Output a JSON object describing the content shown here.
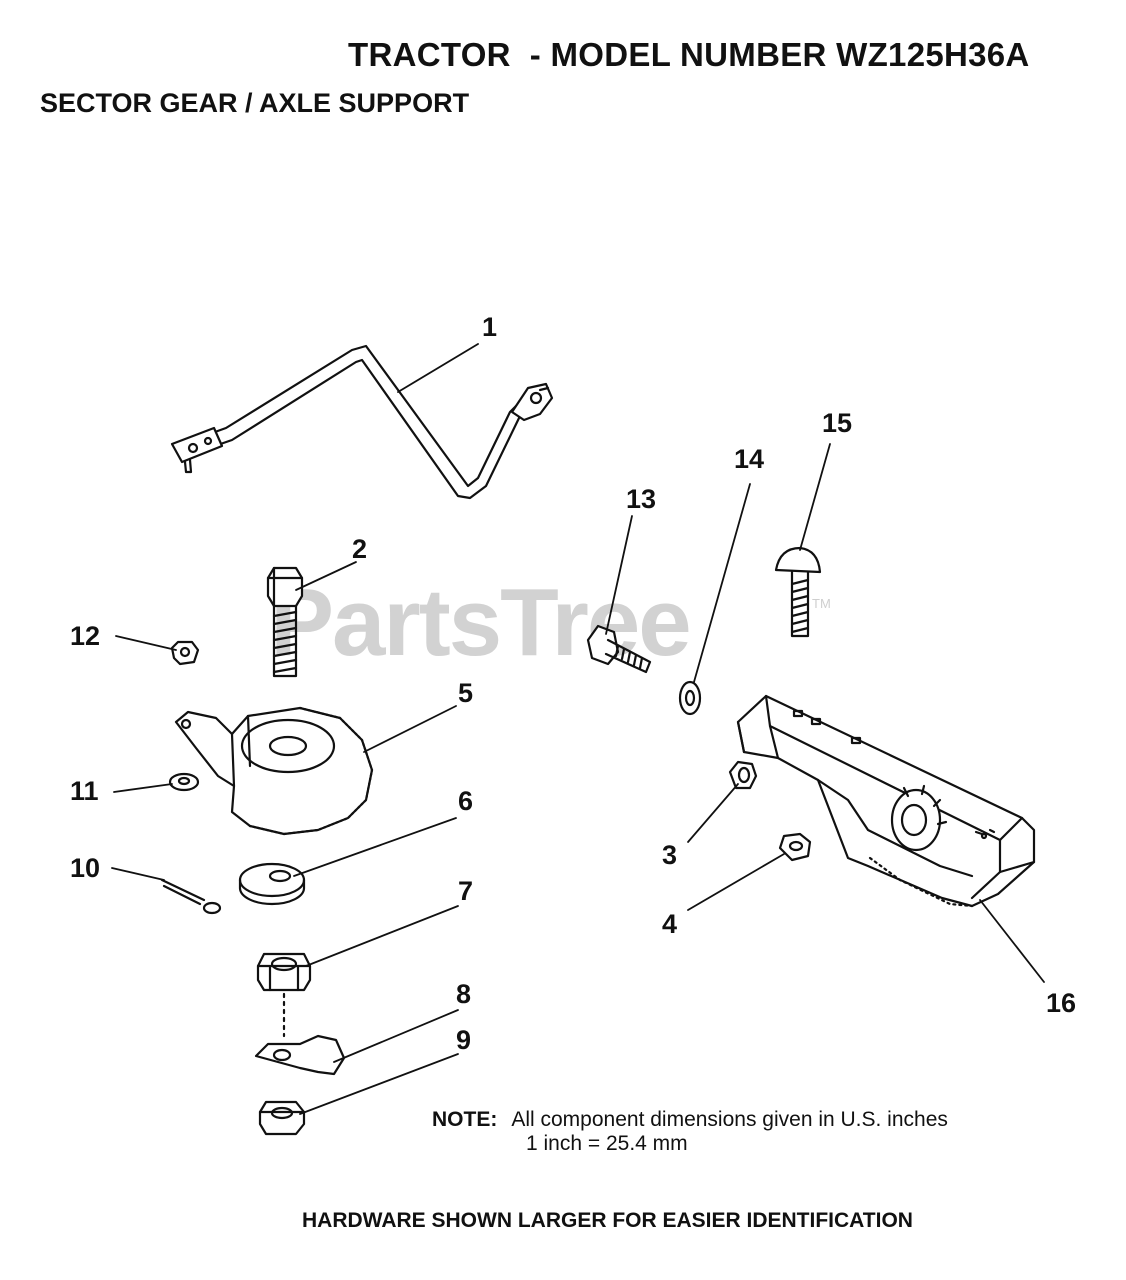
{
  "header": {
    "title": "TRACTOR  - MODEL NUMBER WZ125H36A",
    "subtitle": "SECTOR GEAR / AXLE SUPPORT"
  },
  "watermark": {
    "brand": "PartsTree",
    "tm": "TM"
  },
  "callouts": {
    "c1": "1",
    "c2": "2",
    "c3": "3",
    "c4": "4",
    "c5": "5",
    "c6": "6",
    "c7": "7",
    "c8": "8",
    "c9": "9",
    "c10": "10",
    "c11": "11",
    "c12": "12",
    "c13": "13",
    "c14": "14",
    "c15": "15",
    "c16": "16"
  },
  "note": {
    "label": "NOTE:",
    "line1": "All component dimensions given in U.S. inches",
    "line2": "1 inch = 25.4 mm"
  },
  "footer": "HARDWARE SHOWN LARGER FOR EASIER IDENTIFICATION"
}
